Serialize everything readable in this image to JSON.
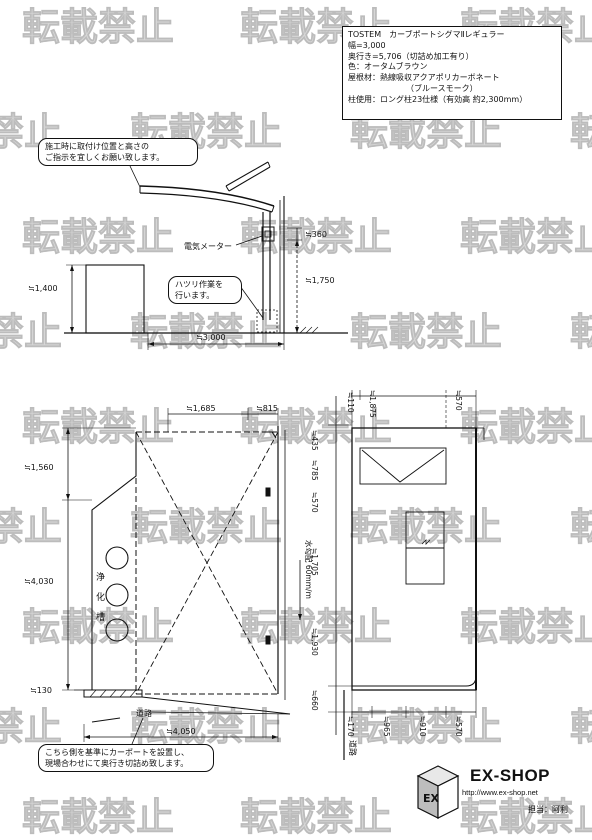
{
  "watermark": {
    "text": "転載禁止",
    "color": "#d6d6d6"
  },
  "spec": {
    "line1": "TOSTEM　カーブポートシグマⅡレギュラー",
    "line2": "幅=3,000",
    "line3": "奥行き=5,706（切詰め加工有り）",
    "line4": "色：オータムブラウン",
    "line5": "屋根材：熱線吸収アクアポリカーボネート",
    "line6": "（ブルースモーク）",
    "line7": "柱使用：ロング柱23仕様（有効高 約2,300mm）"
  },
  "callouts": {
    "install": [
      "施工時に取付け位置と高さの",
      "ご指示を宜しくお願い致します。"
    ],
    "hatsuri": [
      "ハツリ作業を",
      "行います。"
    ],
    "base": [
      "こちら側を基準にカーポートを設置し、",
      "現場合わせにて奥行き切詰め致します。"
    ]
  },
  "labels": {
    "meter": "電気メーター",
    "road_plan": "道路",
    "road_side": "道路",
    "septic": [
      "浄",
      "化",
      "槽"
    ],
    "slope": "水勾配 60mm/m"
  },
  "dims": {
    "elev_height": "≒1,400",
    "elev_width": "≒3,000",
    "elev_360": "≒360",
    "elev_1750": "≒1,750",
    "plan_1685": "≒1,685",
    "plan_815": "≒815",
    "plan_1560": "≒1,560",
    "plan_4030": "≒4,030",
    "plan_130": "≒130",
    "plan_4050": "≒4,050",
    "side_110": "≒110",
    "side_1875": "≒1,875",
    "side_570_top": "≒570",
    "side_435": "≒435",
    "side_785": "≒785",
    "side_570_mid": "≒570",
    "side_1705": "≒1,705",
    "side_1930": "≒1,930",
    "side_660": "≒660",
    "side_170": "≒170",
    "side_965": "≒965",
    "side_910": "≒910",
    "side_570_bot": "≒570"
  },
  "logo": {
    "brand": "EX-SHOP",
    "url": "http://www.ex-shop.net",
    "staff": "担当：阿利"
  }
}
